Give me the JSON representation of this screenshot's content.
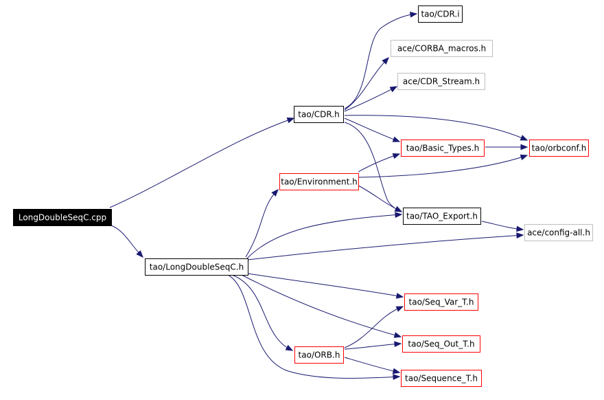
{
  "colors": {
    "edge": "#191970",
    "root_fill": "#000000",
    "root_text": "#ffffff",
    "black_border": "#000000",
    "red_border": "#ff0000",
    "gray_border": "#bfbfbf",
    "text": "#000000"
  },
  "graph": {
    "nodes": [
      {
        "id": "root",
        "label": "LongDoubleSeqC.cpp",
        "style": "root"
      },
      {
        "id": "cdr_h",
        "label": "tao/CDR.h",
        "style": "black"
      },
      {
        "id": "cdr_i",
        "label": "tao/CDR.i",
        "style": "black"
      },
      {
        "id": "corba_macros",
        "label": "ace/CORBA_macros.h",
        "style": "gray"
      },
      {
        "id": "cdr_stream",
        "label": "ace/CDR_Stream.h",
        "style": "gray"
      },
      {
        "id": "basic_types",
        "label": "tao/Basic_Types.h",
        "style": "red"
      },
      {
        "id": "orbconf",
        "label": "tao/orbconf.h",
        "style": "red"
      },
      {
        "id": "environment",
        "label": "tao/Environment.h",
        "style": "red"
      },
      {
        "id": "tao_export",
        "label": "tao/TAO_Export.h",
        "style": "black"
      },
      {
        "id": "config_all",
        "label": "ace/config-all.h",
        "style": "gray"
      },
      {
        "id": "longdoubleseq_h",
        "label": "tao/LongDoubleSeqC.h",
        "style": "black"
      },
      {
        "id": "seq_var",
        "label": "tao/Seq_Var_T.h",
        "style": "red"
      },
      {
        "id": "orb_h",
        "label": "tao/ORB.h",
        "style": "red"
      },
      {
        "id": "seq_out",
        "label": "tao/Seq_Out_T.h",
        "style": "red"
      },
      {
        "id": "sequence_t",
        "label": "tao/Sequence_T.h",
        "style": "red"
      }
    ],
    "edges": [
      {
        "from": "root",
        "to": "cdr_h"
      },
      {
        "from": "root",
        "to": "longdoubleseq_h"
      },
      {
        "from": "cdr_h",
        "to": "cdr_i"
      },
      {
        "from": "cdr_h",
        "to": "corba_macros"
      },
      {
        "from": "cdr_h",
        "to": "cdr_stream"
      },
      {
        "from": "cdr_h",
        "to": "orbconf"
      },
      {
        "from": "cdr_h",
        "to": "basic_types"
      },
      {
        "from": "cdr_h",
        "to": "tao_export"
      },
      {
        "from": "basic_types",
        "to": "orbconf"
      },
      {
        "from": "environment",
        "to": "basic_types"
      },
      {
        "from": "environment",
        "to": "orbconf"
      },
      {
        "from": "environment",
        "to": "tao_export"
      },
      {
        "from": "tao_export",
        "to": "config_all"
      },
      {
        "from": "longdoubleseq_h",
        "to": "environment"
      },
      {
        "from": "longdoubleseq_h",
        "to": "tao_export"
      },
      {
        "from": "longdoubleseq_h",
        "to": "config_all"
      },
      {
        "from": "longdoubleseq_h",
        "to": "seq_var"
      },
      {
        "from": "longdoubleseq_h",
        "to": "seq_out"
      },
      {
        "from": "longdoubleseq_h",
        "to": "orb_h"
      },
      {
        "from": "longdoubleseq_h",
        "to": "sequence_t"
      },
      {
        "from": "orb_h",
        "to": "seq_var"
      },
      {
        "from": "orb_h",
        "to": "seq_out"
      },
      {
        "from": "orb_h",
        "to": "sequence_t"
      }
    ]
  }
}
